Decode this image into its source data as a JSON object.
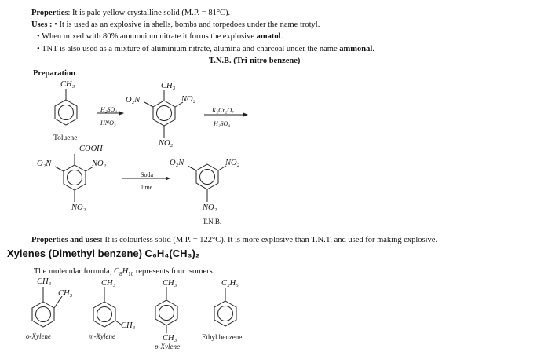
{
  "properties": {
    "label": "Properties",
    "text": ": It is pale yellow crystalline solid (M.P. = 81°C)."
  },
  "uses": {
    "label": "Uses :",
    "text": "• It is used as an explosive in shells, bombs and torpedoes under the name trotyl.",
    "bullet1_pre": "• When mixed with 80% ammonium nitrate it forms the explosive ",
    "bullet1_bold": "amatol",
    "bullet1_post": ".",
    "bullet2_pre": "• TNT is also used as a mixture of aluminium nitrate, alumina and charcoal under the name ",
    "bullet2_bold": "ammonal",
    "bullet2_post": "."
  },
  "tnb_heading": "T.N.B. (Tri-nitro benzene)",
  "preparation": {
    "label": "Preparation",
    "colon": ":",
    "toluene_ch3": "CH₃",
    "toluene_name": "Toluene",
    "step1_top": "H₂SO₄",
    "step1_bottom": "HNO₃",
    "tnt_ch3": "CH₃",
    "tnt_no2_left": "O₂N",
    "tnt_no2_right": "NO₂",
    "tnt_no2_bottom": "NO₂",
    "step2_top": "K₂Cr₂O₇",
    "step2_bottom": "H₂SO₄",
    "acid_cooh": "COOH",
    "acid_no2_left": "O₂N",
    "acid_no2_right": "NO₂",
    "acid_no2_bottom": "NO₂",
    "step3_top": "Soda",
    "step3_bottom": "lime",
    "tnb_no2_left": "O₂N",
    "tnb_no2_right": "NO₂",
    "tnb_no2_bottom": "NO₂",
    "tnb_name": "T.N.B."
  },
  "prop_uses2": {
    "label": "Properties and uses:",
    "text": " It is colourless solid (M.P. = 122°C). It is more explosive than T.N.T. and used for making explosive."
  },
  "xylenes": {
    "heading": "Xylenes (Dimethyl benzene) C₆H₄(CH₃)₂",
    "formula_pre": "The molecular formula, ",
    "formula_c": "C",
    "formula_c_sub": "8",
    "formula_h": "H",
    "formula_h_sub": "10",
    "formula_post": " represents four isomers.",
    "o_ch3_a": "CH₃",
    "o_ch3_b": "CH₃",
    "o_name": "o-Xylene",
    "m_ch3_a": "CH₃",
    "m_ch3_b": "CH₃",
    "m_name": "m-Xylene",
    "p_ch3_a": "CH₃",
    "p_ch3_b": "CH₃",
    "p_name": "p-Xylene",
    "eb_c2h5": "C₂H₅",
    "eb_name": "Ethyl benzene"
  }
}
